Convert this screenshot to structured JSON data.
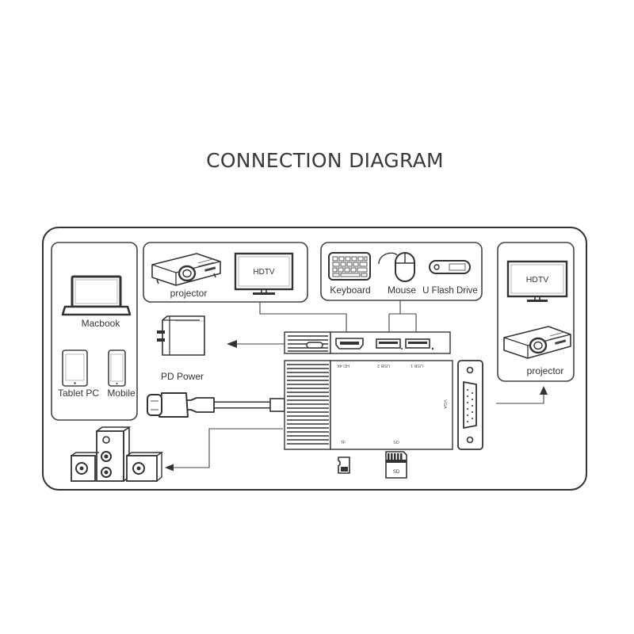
{
  "title": "CONNECTION DIAGRAM",
  "labels": {
    "macbook": "Macbook",
    "tablet_pc": "Tablet PC",
    "mobile": "Mobile",
    "projector_top": "projector",
    "hdtv_top": "HDTV",
    "keyboard": "Keyboard",
    "mouse": "Mouse",
    "u_flash_drive": "U Flash Drive",
    "pd_power": "PD Power",
    "hdtv_right": "HDTV",
    "projector_right": "projector",
    "sd_card": "SD"
  },
  "ports": {
    "hd4k": "HD 4K",
    "usb2": "USB 2",
    "usb1": "USB 1",
    "vga": "VGA",
    "tf": "TF",
    "sd": "SD"
  }
}
